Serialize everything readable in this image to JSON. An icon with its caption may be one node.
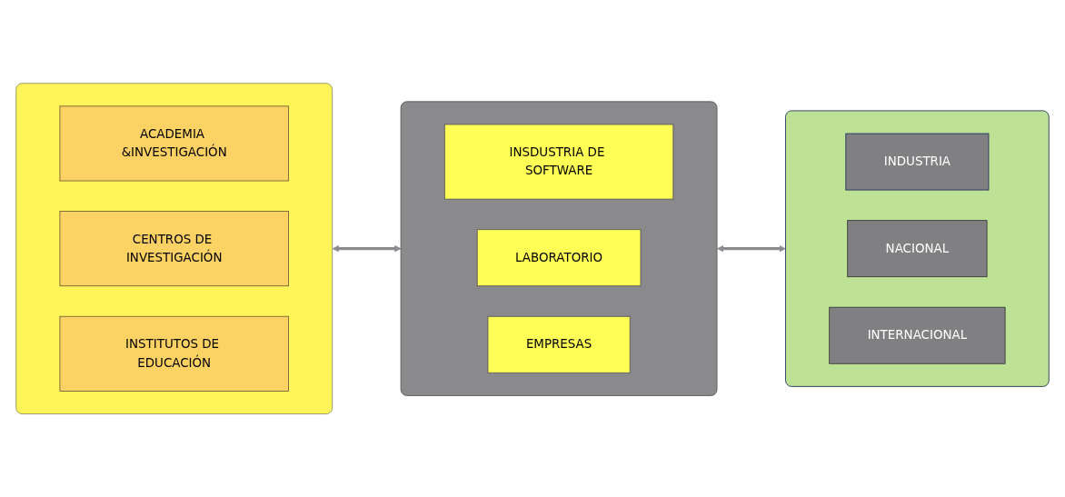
{
  "diagram": {
    "nodes": [
      {
        "text": [],
        "shape": "box"
      },
      {
        "text": [
          "ACADEMIA &INVESTIGACIÓN"
        ],
        "in": 0
      },
      {
        "text": [
          "CENTROS DE INVESTIGACIÓN"
        ],
        "in": 0
      },
      {
        "text": [
          "INSTITUTOS DE EDUCACIÓN"
        ],
        "in": 0
      },
      {
        "text": [],
        "shape": "box"
      },
      {
        "text": [
          "INSDUSTRIA DE SOFTWARE"
        ],
        "in": 4
      },
      {
        "text": [
          "LABORATORIO"
        ],
        "in": 4
      },
      {
        "text": [
          "EMPRESAS"
        ],
        "in": 4
      },
      {
        "text": [],
        "shape": "box"
      },
      {
        "text": [
          "INDUSTRIA"
        ],
        "in": 8
      },
      {
        "text": [
          "NACIONAL"
        ],
        "in": 8
      },
      {
        "text": [
          "INTERNACIONAL"
        ],
        "in": 8
      }
    ],
    "edges": [
      {
        "from": 0,
        "to": 4,
        "arrow": "both"
      },
      {
        "from": 4,
        "to": 8,
        "arrow": "both"
      }
    ]
  }
}
